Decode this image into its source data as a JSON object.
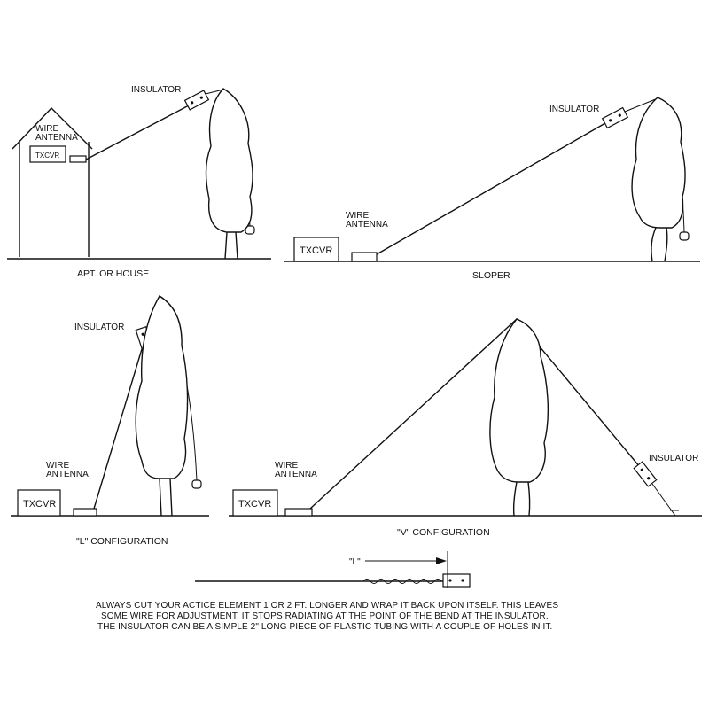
{
  "panels": {
    "house": {
      "insulator": "INSULATOR",
      "wire_antenna_1": "WIRE",
      "wire_antenna_2": "ANTENNA",
      "txcvr": "TXCVR",
      "caption": "APT. OR HOUSE"
    },
    "sloper": {
      "insulator": "INSULATOR",
      "wire_antenna_1": "WIRE",
      "wire_antenna_2": "ANTENNA",
      "txcvr": "TXCVR",
      "caption": "SLOPER"
    },
    "l_config": {
      "insulator": "INSULATOR",
      "wire_antenna_1": "WIRE",
      "wire_antenna_2": "ANTENNA",
      "txcvr": "TXCVR",
      "caption": "\"L\" CONFIGURATION"
    },
    "v_config": {
      "insulator": "INSULATOR",
      "wire_antenna_1": "WIRE",
      "wire_antenna_2": "ANTENNA",
      "txcvr": "TXCVR",
      "caption": "\"V\" CONFIGURATION"
    }
  },
  "detail": {
    "l_label": "\"L\""
  },
  "note": {
    "line1": "ALWAYS CUT YOUR ACTICE ELEMENT 1 OR 2 FT. LONGER AND WRAP IT BACK UPON ITSELF. THIS LEAVES",
    "line2": "SOME WIRE FOR ADJUSTMENT. IT STOPS RADIATING AT THE POINT OF THE BEND AT THE INSULATOR.",
    "line3": "THE INSULATOR CAN BE A SIMPLE 2\" LONG  PIECE OF PLASTIC TUBING WITH A COUPLE OF HOLES IN IT."
  }
}
